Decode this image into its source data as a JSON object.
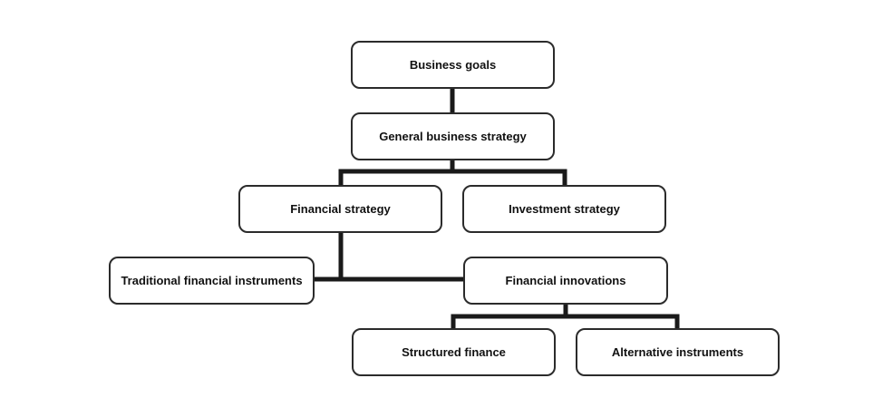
{
  "nodes": {
    "business_goals": "Business goals",
    "general_strategy": "General business strategy",
    "financial_strategy": "Financial strategy",
    "investment_strategy": "Investment strategy",
    "traditional_instruments": "Traditional financial instruments",
    "financial_innovations": "Financial innovations",
    "structured_finance": "Structured finance",
    "alternative_instruments": "Alternative instruments"
  },
  "colors": {
    "connector": "#1a1a1a",
    "box_border": "#2b2b2b",
    "background": "#ffffff"
  }
}
